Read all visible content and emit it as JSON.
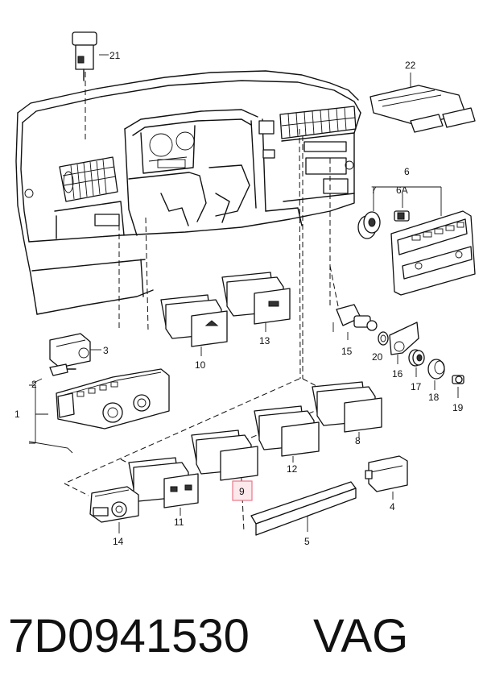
{
  "parts": [
    {
      "id": "p21",
      "label": "21"
    },
    {
      "id": "p22",
      "label": "22"
    },
    {
      "id": "p6",
      "label": "6"
    },
    {
      "id": "p7",
      "label": "7"
    },
    {
      "id": "p6a",
      "label": "6A"
    },
    {
      "id": "p3",
      "label": "3"
    },
    {
      "id": "p2",
      "label": "2"
    },
    {
      "id": "p1",
      "label": "1"
    },
    {
      "id": "p10",
      "label": "10"
    },
    {
      "id": "p13",
      "label": "13"
    },
    {
      "id": "p15",
      "label": "15"
    },
    {
      "id": "p20",
      "label": "20"
    },
    {
      "id": "p16",
      "label": "16"
    },
    {
      "id": "p17",
      "label": "17"
    },
    {
      "id": "p18",
      "label": "18"
    },
    {
      "id": "p19",
      "label": "19"
    },
    {
      "id": "p8",
      "label": "8"
    },
    {
      "id": "p12",
      "label": "12"
    },
    {
      "id": "p9",
      "label": "9",
      "highlighted": true
    },
    {
      "id": "p11",
      "label": "11"
    },
    {
      "id": "p14",
      "label": "14"
    },
    {
      "id": "p4",
      "label": "4"
    },
    {
      "id": "p5",
      "label": "5"
    }
  ],
  "caption": {
    "part_number": "7D0941530",
    "brand": "VAG"
  },
  "colors": {
    "line": "#111111",
    "highlight_fill": "#fde8ec",
    "highlight_stroke": "#e8778a"
  }
}
